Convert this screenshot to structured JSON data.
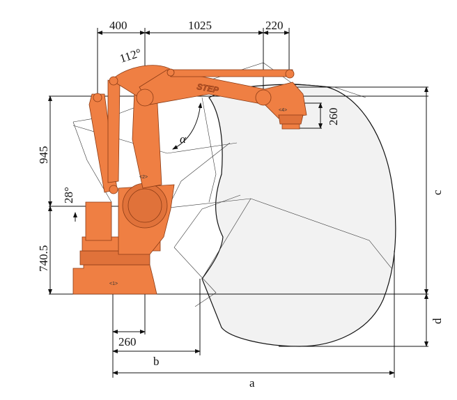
{
  "title": "Palletizing robot working range drawing",
  "brand": "STEP",
  "colors": {
    "robot": "#ef7f43",
    "outline": "#8a3a14",
    "workspace": "#f2f2f2"
  },
  "dimensions": {
    "top": [
      "400",
      "1025",
      "220"
    ],
    "angle_top": "112°",
    "angle_alpha": "α",
    "left_upper": "945",
    "angle_left": "28°",
    "left_lower": "740.5",
    "flange_height": "260",
    "right_upper": "c",
    "right_lower": "d",
    "bottom_260": "260",
    "bottom_b": "b",
    "bottom_a": "a"
  },
  "axis_labels": {
    "axis1": "<1>",
    "axis2": "<2>",
    "axis4": "<4>"
  }
}
